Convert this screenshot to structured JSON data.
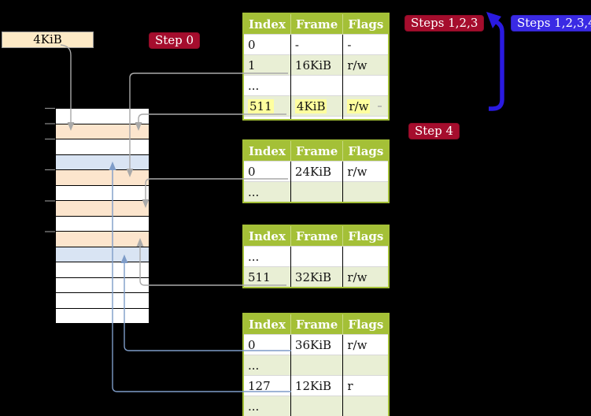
{
  "label_4kib": "4KiB",
  "badges": {
    "step0": "Step 0",
    "steps123": "Steps 1,2,3",
    "steps1234": "Steps 1,2,3,4",
    "step4": "Step 4"
  },
  "tables": [
    {
      "headers": [
        "Index",
        "Frame",
        "Flags"
      ],
      "rows": [
        {
          "cells": [
            "0",
            "-",
            "-"
          ]
        },
        {
          "cells": [
            "1",
            "16KiB",
            "r/w"
          ]
        },
        {
          "cells": [
            "...",
            "",
            ""
          ]
        },
        {
          "cells": [
            "511",
            "4KiB",
            "r/w"
          ],
          "highlighted": true
        }
      ]
    },
    {
      "headers": [
        "Index",
        "Frame",
        "Flags"
      ],
      "rows": [
        {
          "cells": [
            "0",
            "24KiB",
            "r/w"
          ]
        },
        {
          "cells": [
            "...",
            "",
            ""
          ]
        }
      ]
    },
    {
      "headers": [
        "Index",
        "Frame",
        "Flags"
      ],
      "rows": [
        {
          "cells": [
            "...",
            "",
            ""
          ]
        },
        {
          "cells": [
            "511",
            "32KiB",
            "r/w"
          ]
        }
      ]
    },
    {
      "headers": [
        "Index",
        "Frame",
        "Flags"
      ],
      "rows": [
        {
          "cells": [
            "0",
            "36KiB",
            "r/w"
          ]
        },
        {
          "cells": [
            "...",
            "",
            ""
          ]
        },
        {
          "cells": [
            "127",
            "12KiB",
            "r"
          ]
        },
        {
          "cells": [
            "...",
            "",
            ""
          ]
        }
      ]
    }
  ],
  "memory": {
    "rows": [
      "white",
      "orange",
      "white",
      "blue",
      "orange",
      "white",
      "orange",
      "white",
      "orange",
      "blue",
      "white",
      "white",
      "white",
      "white"
    ]
  },
  "colors": {
    "background": "#000000",
    "table_header_green": "#a4c037",
    "table_row_green": "#e9efd5",
    "highlight_yellow": "#ffff9e",
    "memory_orange": "#fce5cd",
    "memory_blue": "#d9e4f3",
    "label_beige": "#fdeac6",
    "badge_red": "#a50d2d",
    "badge_blue": "#3a2ae4",
    "line_gray": "#a9a9a9",
    "line_blue": "#7e9cc8",
    "recursive_arrow_blue": "#2a1ae0",
    "tick_gray": "#8a8a8a"
  }
}
